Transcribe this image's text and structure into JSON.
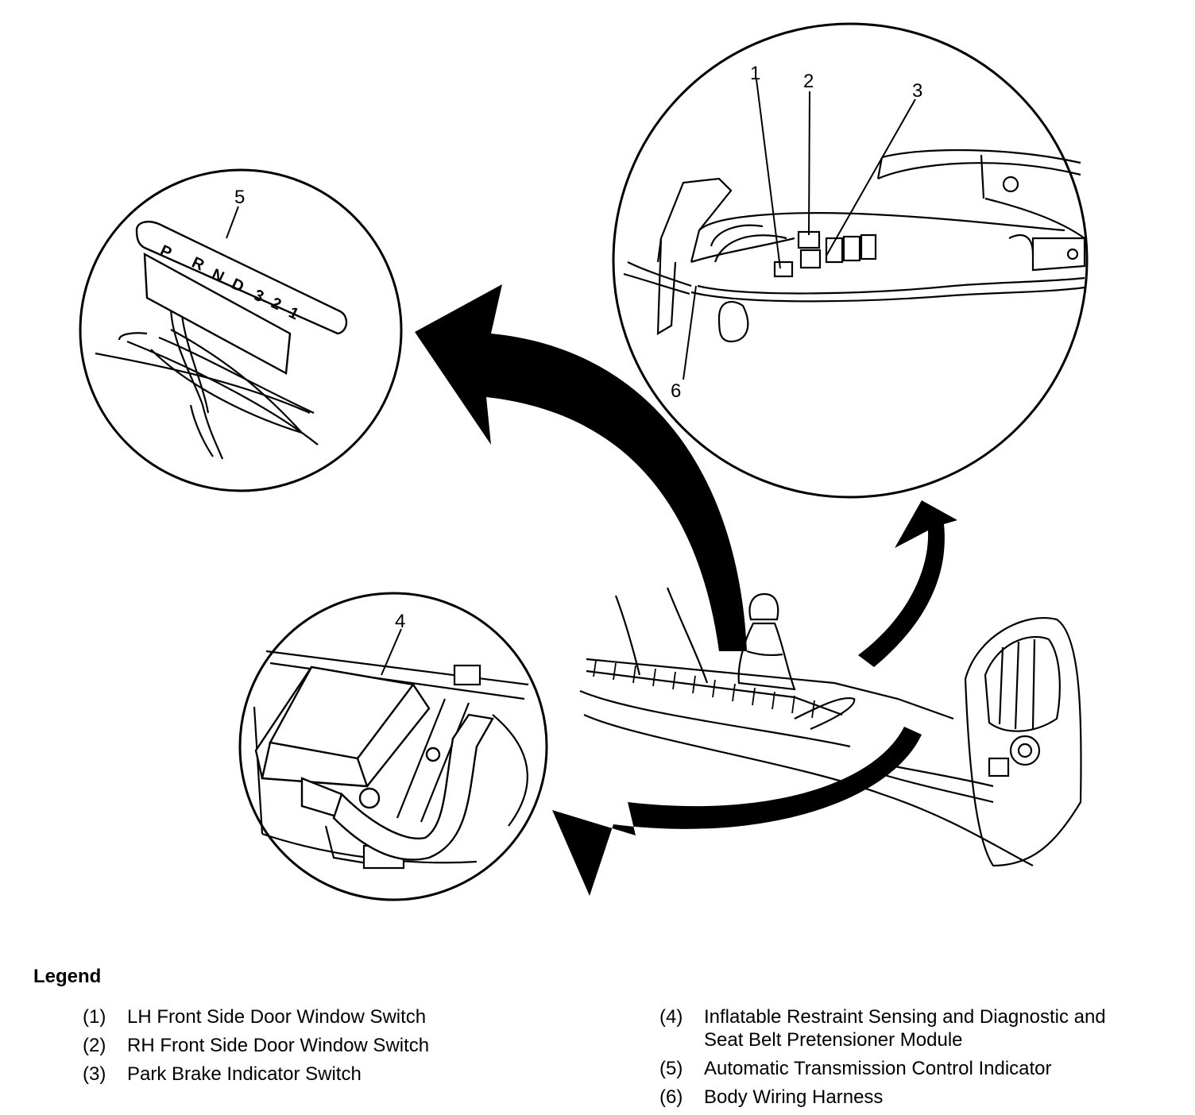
{
  "callouts": {
    "c1": "1",
    "c2": "2",
    "c3": "3",
    "c4": "4",
    "c5": "5",
    "c6": "6"
  },
  "legend": {
    "title": "Legend",
    "left_items": [
      {
        "num": "(1)",
        "text": "LH Front Side Door Window Switch"
      },
      {
        "num": "(2)",
        "text": "RH Front Side Door Window Switch"
      },
      {
        "num": "(3)",
        "text": "Park Brake Indicator Switch"
      }
    ],
    "right_items": [
      {
        "num": "(4)",
        "text": "Inflatable Restraint Sensing and Diagnostic and Seat Belt Pretensioner Module"
      },
      {
        "num": "(5)",
        "text": "Automatic Transmission Control Indicator"
      },
      {
        "num": "(6)",
        "text": "Body Wiring Harness"
      }
    ]
  }
}
